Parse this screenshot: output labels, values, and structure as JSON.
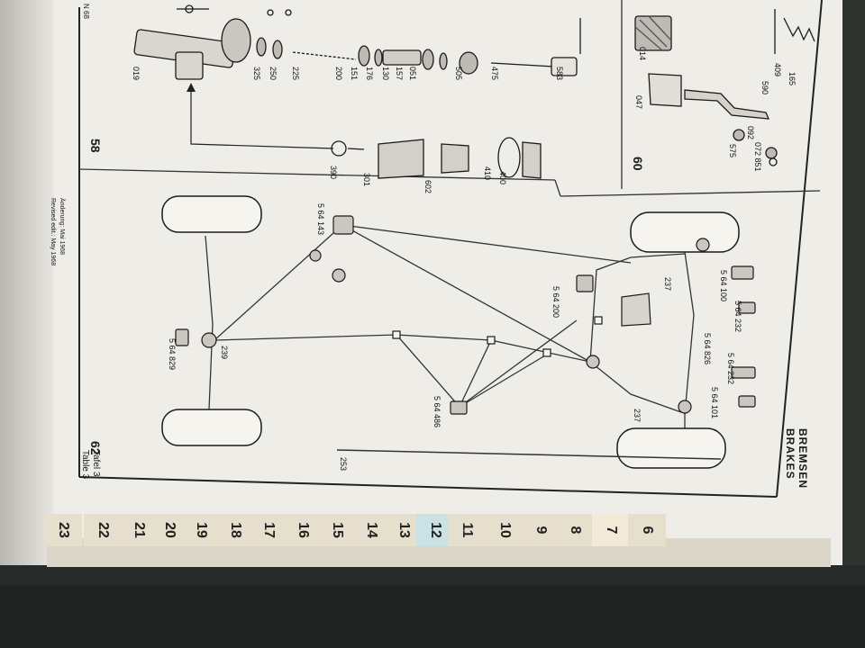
{
  "header": {
    "title_de": "BREMSEN",
    "title_en": "BRAKES",
    "table_de": "Tafel 3",
    "table_en": "Table 3"
  },
  "page_codes": {
    "corner": "N 68"
  },
  "revision": {
    "line1": "Änderung: Mai 1968",
    "line2": "Revised edit.: May 1968"
  },
  "sections": [
    "58",
    "60",
    "62"
  ],
  "parts_58": [
    "019",
    "325",
    "250",
    "225",
    "200",
    "151",
    "176",
    "130",
    "157",
    "051",
    "505",
    "475",
    "583",
    "390",
    "301",
    "602",
    "410",
    "400"
  ],
  "parts_60": [
    "014",
    "047",
    "409",
    "590",
    "165",
    "092",
    "072 851",
    "575"
  ],
  "parts_62": [
    "5 64 100",
    "5 64 232",
    "5 64 826",
    "5 64 232",
    "5 64 101",
    "237",
    "237",
    "5 64 200",
    "5 64 143",
    "239",
    "5 64 829",
    "5 64 486",
    "253"
  ],
  "tabs": [
    "23",
    "22",
    "21",
    "20",
    "19",
    "18",
    "17",
    "16",
    "15",
    "14",
    "13",
    "12",
    "11",
    "10",
    "9",
    "8",
    "7",
    "6"
  ],
  "colors": {
    "paper": "#efede7",
    "ink": "#1a1a1a",
    "binder": "#262a28",
    "tab_teal": "#cbe2e5"
  }
}
